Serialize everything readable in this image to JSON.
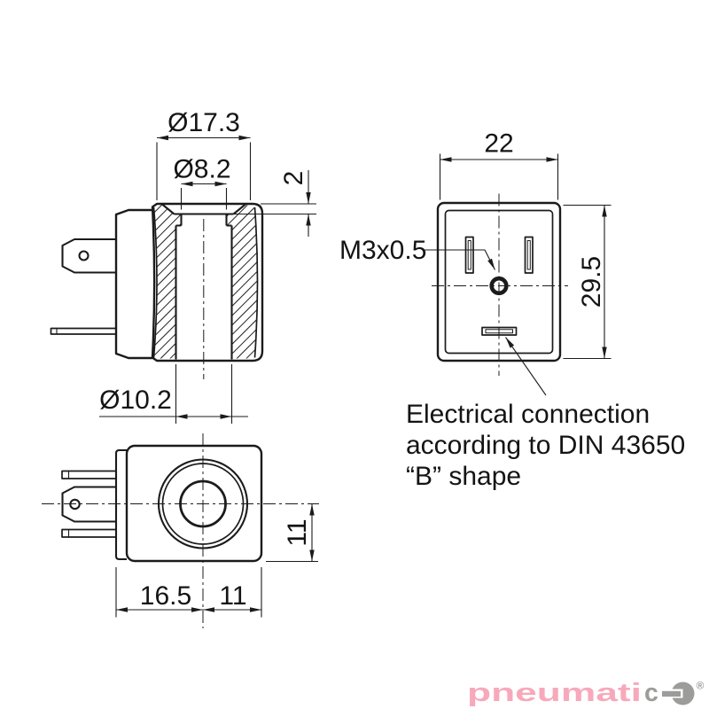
{
  "colors": {
    "line": "#1b1b1b",
    "logo_pink": "#f7a9bb",
    "logo_gray": "#9c9c9b"
  },
  "views": {
    "side_section": {
      "dims": {
        "flange_diameter": "Ø17.3",
        "recess_diameter": "Ø8.2",
        "recess_depth": "2",
        "bore_diameter": "Ø10.2"
      }
    },
    "front": {
      "dims": {
        "width": "22",
        "height": "29.5"
      },
      "thread_label": "M3x0.5"
    },
    "bottom": {
      "dims": {
        "width_left": "16.5",
        "width_right": "11",
        "height_offset": "11"
      }
    }
  },
  "note": {
    "line1": "Electrical connection",
    "line2": "according to DIN 43650",
    "line3": "“B” shape"
  },
  "logo": {
    "text_main": "pneumati",
    "text_c": "c",
    "registered": "®"
  }
}
